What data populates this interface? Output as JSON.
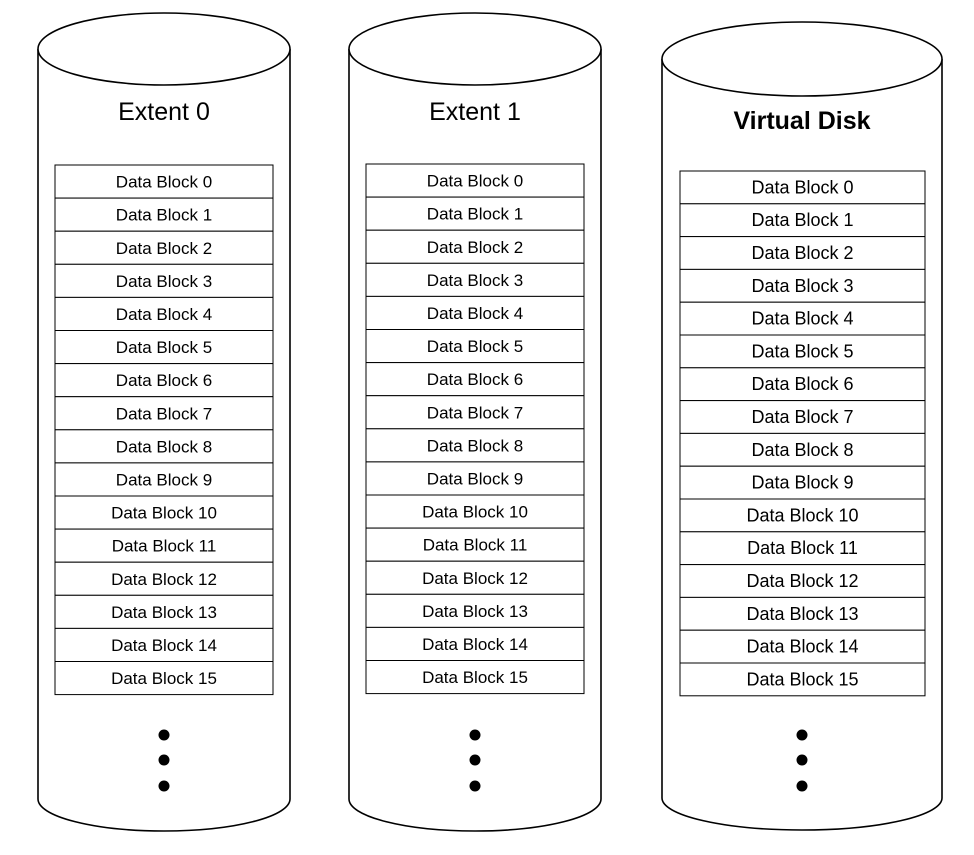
{
  "cylinders": [
    {
      "title": "Extent 0",
      "blocks": [
        "Data Block 0",
        "Data Block 1",
        "Data Block 2",
        "Data Block 3",
        "Data Block 4",
        "Data Block 5",
        "Data Block 6",
        "Data Block 7",
        "Data Block 8",
        "Data Block 9",
        "Data Block 10",
        "Data Block 11",
        "Data Block 12",
        "Data Block 13",
        "Data Block 14",
        "Data Block 15"
      ],
      "continues": true
    },
    {
      "title": "Extent 1",
      "blocks": [
        "Data Block 0",
        "Data Block 1",
        "Data Block 2",
        "Data Block 3",
        "Data Block 4",
        "Data Block 5",
        "Data Block 6",
        "Data Block 7",
        "Data Block 8",
        "Data Block 9",
        "Data Block 10",
        "Data Block 11",
        "Data Block 12",
        "Data Block 13",
        "Data Block 14",
        "Data Block 15"
      ],
      "continues": true
    },
    {
      "title": "Virtual Disk",
      "blocks": [
        "Data Block 0",
        "Data Block 1",
        "Data Block 2",
        "Data Block 3",
        "Data Block 4",
        "Data Block 5",
        "Data Block 6",
        "Data Block 7",
        "Data Block 8",
        "Data Block 9",
        "Data Block 10",
        "Data Block 11",
        "Data Block 12",
        "Data Block 13",
        "Data Block 14",
        "Data Block 15"
      ],
      "continues": true
    }
  ]
}
